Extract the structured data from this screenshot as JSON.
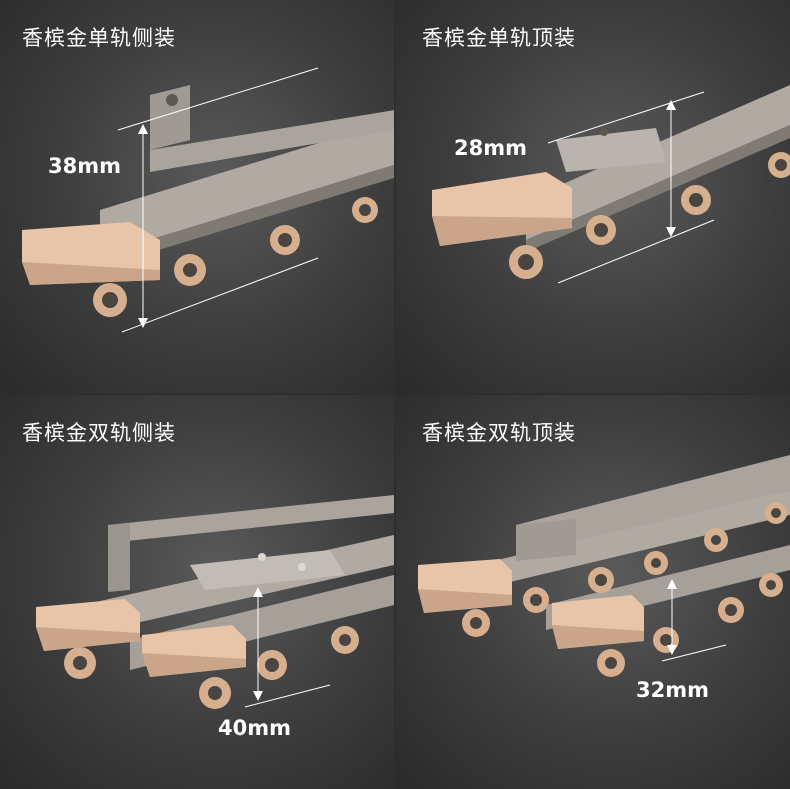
{
  "panels": [
    {
      "title": "香槟金单轨侧装",
      "dimension": "38mm"
    },
    {
      "title": "香槟金单轨顶装",
      "dimension": "28mm"
    },
    {
      "title": "香槟金双轨侧装",
      "dimension": "40mm"
    },
    {
      "title": "香槟金双轨顶装",
      "dimension": "32mm"
    }
  ],
  "colors": {
    "rail": "#a8a39c",
    "rail_dark": "#7d7872",
    "end_cap": "#e8c4a8",
    "hook": "#d6b08e",
    "guide_line": "#ffffff"
  }
}
